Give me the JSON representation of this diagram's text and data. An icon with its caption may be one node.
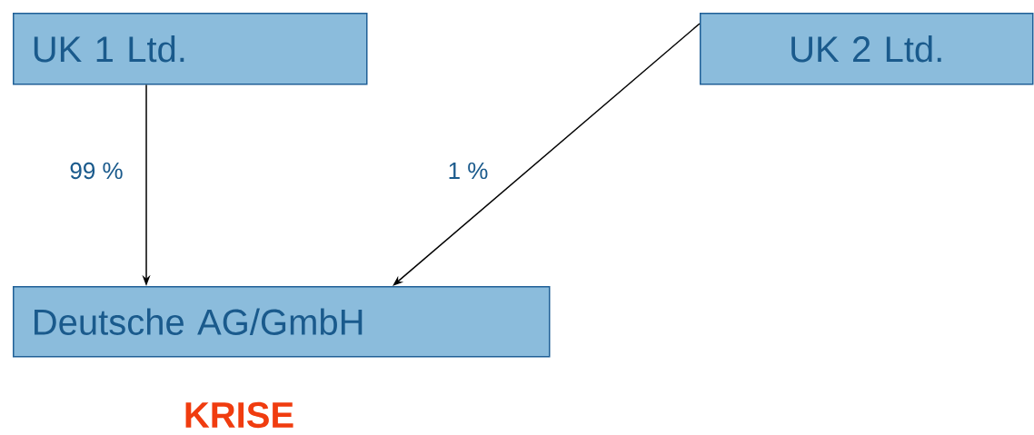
{
  "diagram": {
    "nodes": [
      {
        "text": [
          "UK 1 Ltd."
        ]
      },
      {
        "text": [
          "UK 2 Ltd."
        ]
      },
      {
        "text": [
          "Deutsche AG/GmbH"
        ]
      }
    ],
    "edges": [
      {
        "from": 0,
        "to": 2,
        "arrow": "to",
        "label": "99 %"
      },
      {
        "from": 1,
        "to": 2,
        "arrow": "to",
        "label": "1 %"
      }
    ],
    "labels": [
      "KRISE"
    ]
  }
}
